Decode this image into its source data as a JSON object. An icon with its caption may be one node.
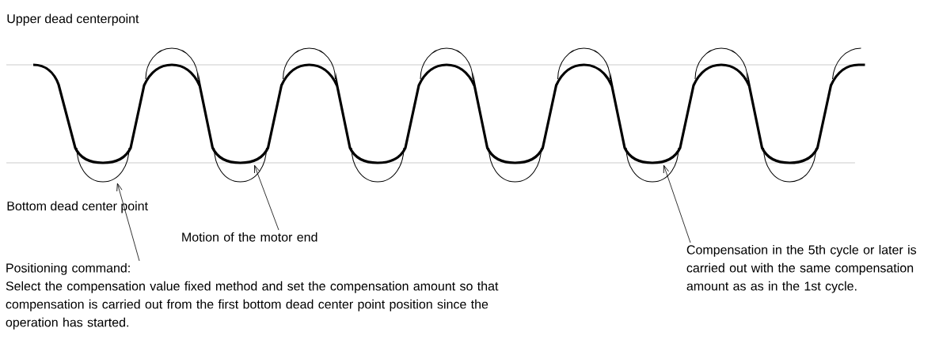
{
  "diagram": {
    "nodes": [
      {
        "text": [],
        "shape": "curve"
      },
      {
        "text": [],
        "shape": "curve"
      },
      {
        "text": [
          "Positioning command:",
          "Select the compensation value fixed method and set the compensation amount so that compensation is carried out from the first bottom dead center point position since the operation has started."
        ]
      },
      {
        "text": [
          "Motion of the motor end"
        ]
      },
      {
        "text": [
          "Compensation in the 5th cycle or later is carried out with the same compensation amount as as in the 1st cycle."
        ]
      }
    ],
    "edges": [
      {
        "from": 2,
        "to": 0,
        "arrow": "to"
      },
      {
        "from": 3,
        "to": 1,
        "arrow": "to"
      },
      {
        "from": 4,
        "to": 1,
        "arrow": "to"
      }
    ],
    "labels": [
      "Upper dead centerpoint",
      "Bottom dead center point"
    ]
  }
}
